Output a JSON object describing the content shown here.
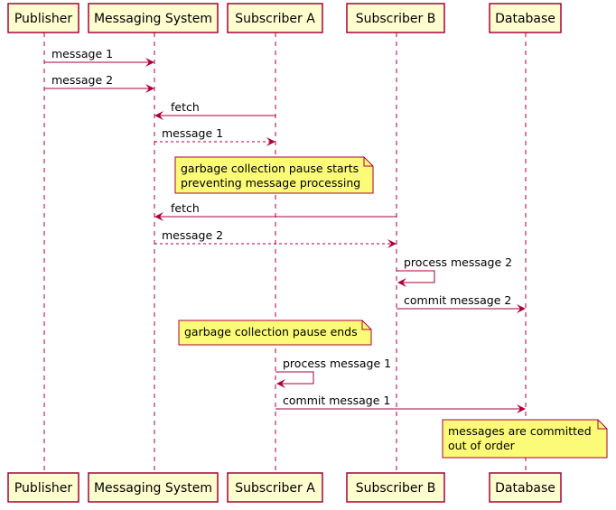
{
  "participants": [
    "Publisher",
    "Messaging System",
    "Subscriber A",
    "Subscriber B",
    "Database"
  ],
  "messages": [
    {
      "from": "Publisher",
      "to": "Messaging System",
      "label": "message 1",
      "style": "solid"
    },
    {
      "from": "Publisher",
      "to": "Messaging System",
      "label": "message 2",
      "style": "solid"
    },
    {
      "from": "Subscriber A",
      "to": "Messaging System",
      "label": "fetch",
      "style": "solid"
    },
    {
      "from": "Messaging System",
      "to": "Subscriber A",
      "label": "message 1",
      "style": "dashed"
    },
    {
      "note": "garbage collection pause starts\npreventing message processing",
      "over": "Subscriber A"
    },
    {
      "from": "Subscriber B",
      "to": "Messaging System",
      "label": "fetch",
      "style": "solid"
    },
    {
      "from": "Messaging System",
      "to": "Subscriber B",
      "label": "message 2",
      "style": "dashed"
    },
    {
      "from": "Subscriber B",
      "to": "Subscriber B",
      "label": "process message 2",
      "style": "solid"
    },
    {
      "from": "Subscriber B",
      "to": "Database",
      "label": "commit message 2",
      "style": "solid"
    },
    {
      "note": "garbage collection pause ends",
      "over": "Subscriber A"
    },
    {
      "from": "Subscriber A",
      "to": "Subscriber A",
      "label": "process message 1",
      "style": "solid"
    },
    {
      "from": "Subscriber A",
      "to": "Database",
      "label": "commit message 1",
      "style": "solid"
    },
    {
      "note": "messages are committed\nout of order",
      "over": "Database"
    }
  ],
  "colors": {
    "box_fill": "#FEFECE",
    "box_stroke": "#A80036",
    "arrow": "#A80036",
    "note_fill": "#FBFB77",
    "note_stroke": "#A80036"
  }
}
